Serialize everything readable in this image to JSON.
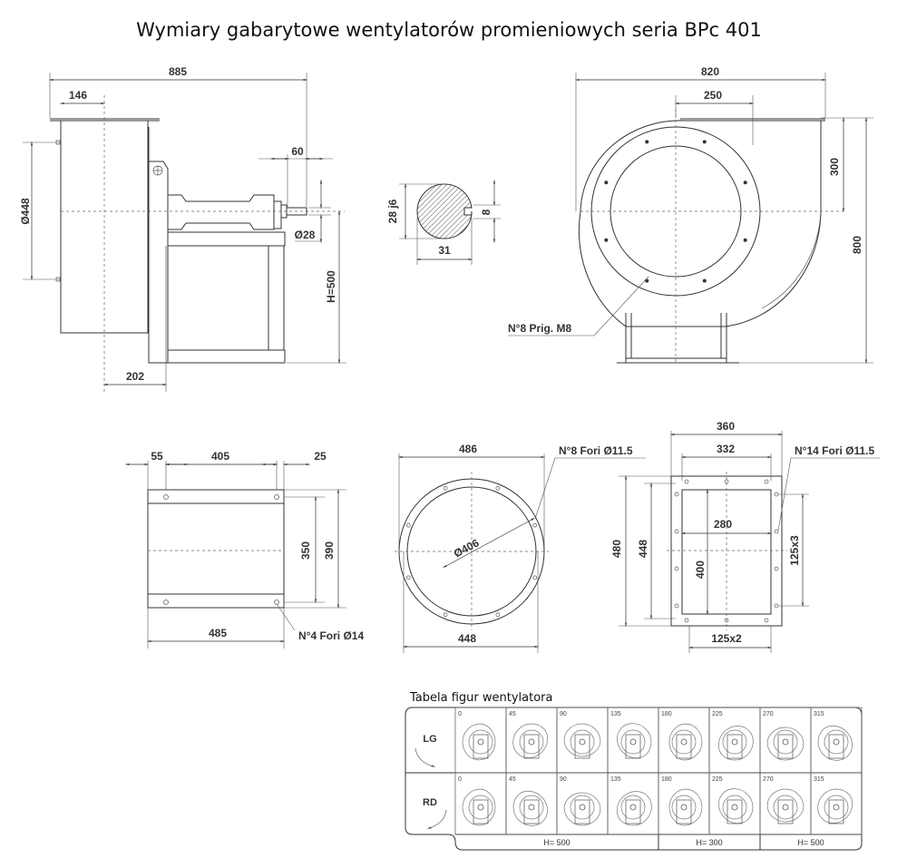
{
  "title": "Wymiary gabarytowe wentylatorów promieniowych seria BPc 401",
  "side_view": {
    "overall_length": "885",
    "inlet_offset": "146",
    "shaft_length": "60",
    "inlet_diameter": "Ø448",
    "shaft_diameter": "Ø28",
    "shaft_height": "H=500",
    "base_offset": "202"
  },
  "shaft_section": {
    "diameter": "28 j6",
    "key_width": "8",
    "key_height": "31"
  },
  "front_view": {
    "width": "820",
    "outlet_offset": "250",
    "outlet_height": "300",
    "total_height": "800",
    "holes_label": "N°8 Prig. M8"
  },
  "outlet_side": {
    "d1": "55",
    "d2": "405",
    "d3": "25",
    "inner_height": "350",
    "outer_height": "390",
    "length": "485",
    "holes_label": "N°4 Fori Ø14"
  },
  "inlet_flange": {
    "outer": "486",
    "bolt_circle": "Ø406",
    "inner": "448",
    "holes_label": "N°8 Fori Ø11.5"
  },
  "outlet_flange": {
    "outer_width": "360",
    "bolt_width": "332",
    "inner_width": "280",
    "inner_height": "400",
    "outer_height": "480",
    "bolt_height": "448",
    "pitch_vertical": "125x3",
    "pitch_horizontal": "125x2",
    "holes_label": "N°14 Fori Ø11.5"
  },
  "table": {
    "title": "Tabela figur wentylatora",
    "rows": [
      {
        "label": "LG"
      },
      {
        "label": "RD"
      }
    ],
    "angles": [
      "0",
      "45",
      "90",
      "135",
      "180",
      "225",
      "270",
      "315"
    ],
    "heights": [
      "H= 500",
      "H= 300",
      "H= 500"
    ]
  }
}
